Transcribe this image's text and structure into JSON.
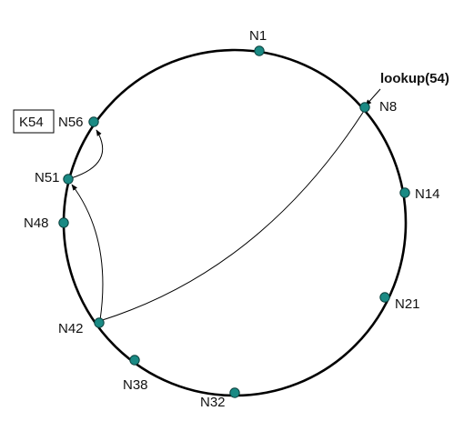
{
  "diagram": {
    "ring_color": "#000000",
    "node_fill": "#1a8a84",
    "node_stroke": "#0b3f3c",
    "query": {
      "label": "lookup(54)"
    },
    "key": {
      "label": "K54"
    },
    "nodes": [
      {
        "id": "n1",
        "label": "N1"
      },
      {
        "id": "n8",
        "label": "N8"
      },
      {
        "id": "n14",
        "label": "N14"
      },
      {
        "id": "n21",
        "label": "N21"
      },
      {
        "id": "n32",
        "label": "N32"
      },
      {
        "id": "n38",
        "label": "N38"
      },
      {
        "id": "n42",
        "label": "N42"
      },
      {
        "id": "n48",
        "label": "N48"
      },
      {
        "id": "n51",
        "label": "N51"
      },
      {
        "id": "n56",
        "label": "N56"
      }
    ],
    "hops": [
      {
        "from": "N8",
        "to": "N42"
      },
      {
        "from": "N42",
        "to": "N51"
      },
      {
        "from": "N51",
        "to": "N56"
      }
    ]
  }
}
